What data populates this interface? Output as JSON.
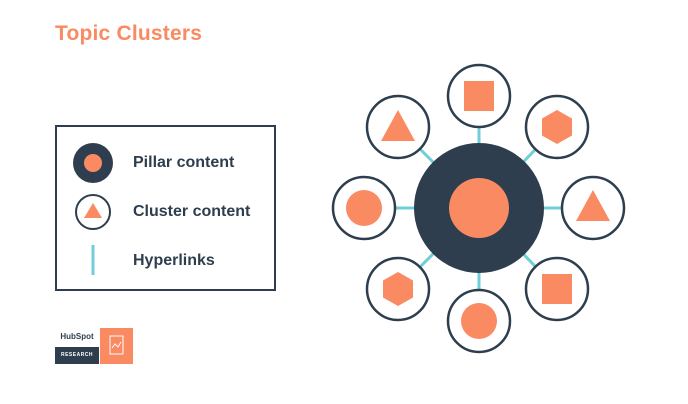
{
  "title": "Topic Clusters",
  "legend": {
    "items": [
      {
        "label": "Pillar content",
        "symbol": "pillar"
      },
      {
        "label": "Cluster content",
        "symbol": "cluster"
      },
      {
        "label": "Hyperlinks",
        "symbol": "hyperlink"
      }
    ]
  },
  "diagram": {
    "pillar": {
      "inner_shape": "circle"
    },
    "clusters": [
      {
        "shape": "square"
      },
      {
        "shape": "hexagon"
      },
      {
        "shape": "triangle"
      },
      {
        "shape": "square"
      },
      {
        "shape": "circle"
      },
      {
        "shape": "hexagon"
      },
      {
        "shape": "circle"
      },
      {
        "shape": "triangle"
      }
    ]
  },
  "badge": {
    "logo": "HubSpot",
    "research": "RESEARCH"
  },
  "colors": {
    "orange": "#f98a62",
    "navy": "#2e3e4e",
    "teal": "#6fcfd8",
    "white": "#ffffff"
  }
}
